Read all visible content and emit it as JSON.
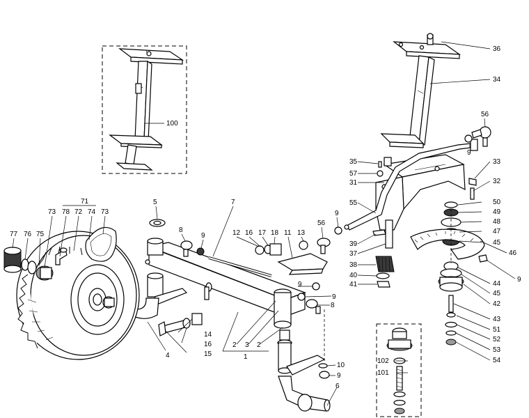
{
  "diagram": {
    "type": "exploded-parts-diagram",
    "callouts": [
      {
        "id": "c36",
        "label": "36"
      },
      {
        "id": "c34",
        "label": "34"
      },
      {
        "id": "c56a",
        "label": "56"
      },
      {
        "id": "c9a",
        "label": "9"
      },
      {
        "id": "c35",
        "label": "35"
      },
      {
        "id": "c33",
        "label": "33"
      },
      {
        "id": "c57",
        "label": "57"
      },
      {
        "id": "c31",
        "label": "31"
      },
      {
        "id": "c32",
        "label": "32"
      },
      {
        "id": "c50",
        "label": "50"
      },
      {
        "id": "c55",
        "label": "55"
      },
      {
        "id": "c49",
        "label": "49"
      },
      {
        "id": "c48",
        "label": "48"
      },
      {
        "id": "c47",
        "label": "47"
      },
      {
        "id": "c45a",
        "label": "45"
      },
      {
        "id": "c39",
        "label": "39"
      },
      {
        "id": "c46",
        "label": "46"
      },
      {
        "id": "c37",
        "label": "37"
      },
      {
        "id": "c38",
        "label": "38"
      },
      {
        "id": "c9b",
        "label": "9"
      },
      {
        "id": "c40",
        "label": "40"
      },
      {
        "id": "c44",
        "label": "44"
      },
      {
        "id": "c41",
        "label": "41"
      },
      {
        "id": "c45b",
        "label": "45"
      },
      {
        "id": "c42",
        "label": "42"
      },
      {
        "id": "c43",
        "label": "43"
      },
      {
        "id": "c51",
        "label": "51"
      },
      {
        "id": "c52",
        "label": "52"
      },
      {
        "id": "c53",
        "label": "53"
      },
      {
        "id": "c54",
        "label": "54"
      },
      {
        "id": "c100",
        "label": "100"
      },
      {
        "id": "c71",
        "label": "71"
      },
      {
        "id": "c73a",
        "label": "73"
      },
      {
        "id": "c78",
        "label": "78"
      },
      {
        "id": "c72",
        "label": "72"
      },
      {
        "id": "c74",
        "label": "74"
      },
      {
        "id": "c73b",
        "label": "73"
      },
      {
        "id": "c77",
        "label": "77"
      },
      {
        "id": "c76",
        "label": "76"
      },
      {
        "id": "c75",
        "label": "75"
      },
      {
        "id": "c5",
        "label": "5"
      },
      {
        "id": "c7",
        "label": "7"
      },
      {
        "id": "c8a",
        "label": "8"
      },
      {
        "id": "c9c",
        "label": "9"
      },
      {
        "id": "c12",
        "label": "12"
      },
      {
        "id": "c16a",
        "label": "16"
      },
      {
        "id": "c17",
        "label": "17"
      },
      {
        "id": "c18",
        "label": "18"
      },
      {
        "id": "c11",
        "label": "11"
      },
      {
        "id": "c13",
        "label": "13"
      },
      {
        "id": "c56b",
        "label": "56"
      },
      {
        "id": "c9d",
        "label": "9"
      },
      {
        "id": "c9e",
        "label": "9"
      },
      {
        "id": "c9f",
        "label": "9"
      },
      {
        "id": "c8b",
        "label": "8"
      },
      {
        "id": "c14",
        "label": "14"
      },
      {
        "id": "c16b",
        "label": "16"
      },
      {
        "id": "c15",
        "label": "15"
      },
      {
        "id": "c4",
        "label": "4"
      },
      {
        "id": "c2a",
        "label": "2"
      },
      {
        "id": "c3",
        "label": "3"
      },
      {
        "id": "c2b",
        "label": "2"
      },
      {
        "id": "c1",
        "label": "1"
      },
      {
        "id": "c10",
        "label": "10"
      },
      {
        "id": "c9g",
        "label": "9"
      },
      {
        "id": "c6",
        "label": "6"
      },
      {
        "id": "c102",
        "label": "102"
      },
      {
        "id": "c101",
        "label": "101"
      }
    ]
  }
}
